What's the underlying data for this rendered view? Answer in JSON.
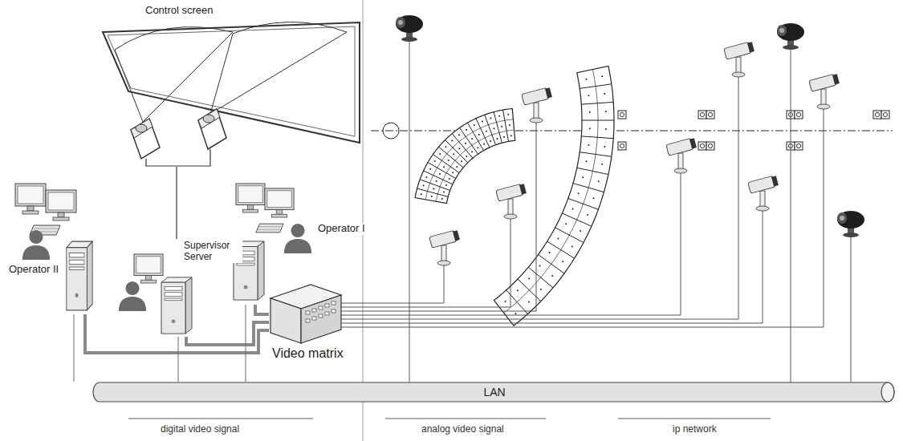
{
  "diagram": {
    "nodes": [
      {
        "text": [
          "Control screen"
        ]
      },
      {
        "text": [
          "Operator II"
        ]
      },
      {
        "text": [
          "Supervisor Server"
        ]
      },
      {
        "text": [
          "Operator I"
        ]
      },
      {
        "text": [
          "Video matrix"
        ]
      },
      {
        "text": [
          "LAN"
        ]
      }
    ],
    "edges": [
      {
        "from": 0,
        "to": 2,
        "arrow": "none"
      },
      {
        "from": 1,
        "to": 4,
        "arrow": "none"
      },
      {
        "from": 2,
        "to": 4,
        "arrow": "none"
      },
      {
        "from": 3,
        "to": 4,
        "arrow": "none"
      },
      {
        "from": 1,
        "to": 5,
        "arrow": "none"
      },
      {
        "from": 2,
        "to": 5,
        "arrow": "none"
      },
      {
        "from": 3,
        "to": 5,
        "arrow": "none"
      }
    ],
    "labels": [
      "digital video signal",
      "analog video signal",
      "ip network"
    ]
  }
}
